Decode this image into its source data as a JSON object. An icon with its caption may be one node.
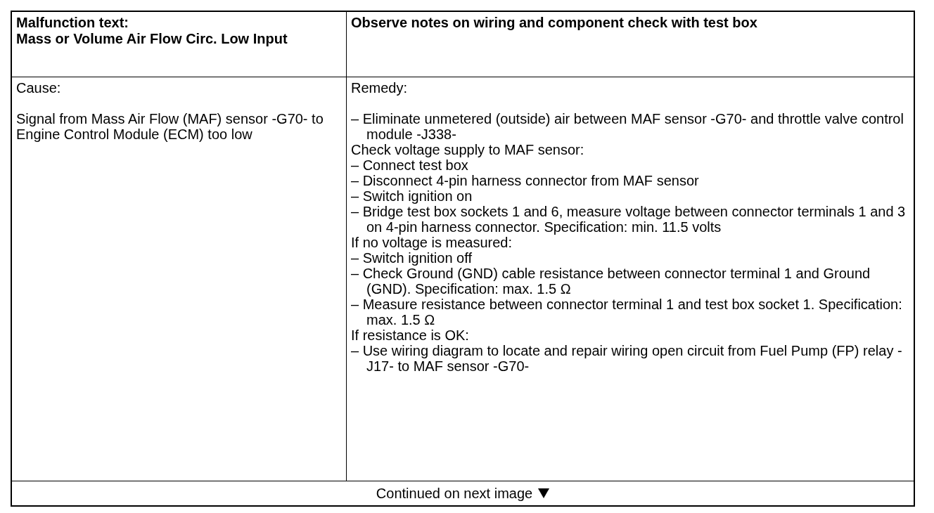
{
  "diagram": {
    "labels": [
      "Malfunction text:",
      "Mass or Volume Air Flow Circ. Low Input",
      "Observe notes on wiring and component check with test box",
      "Cause:",
      "Remedy:",
      "Signal from Mass Air Flow (MAF) sensor -G70- to Engine Control Module (ECM) too low",
      "– Eliminate unmetered (outside) air between MAF sensor -G70- and throttle valve control module -J338-",
      "Check voltage supply to MAF sensor:",
      "– Connect test box",
      "– Disconnect 4-pin harness connector from MAF sensor",
      "– Switch ignition on",
      "– Bridge test box sockets 1 and 6, measure voltage between connector terminals 1 and 3 on 4-pin harness connector. Specification: min. 11.5 volts",
      "If no voltage is measured:",
      "– Switch ignition off",
      "– Check Ground (GND) cable resistance between connector terminal 1 and Ground (GND). Specification: max. 1.5 Ω",
      "– Measure resistance between connector terminal 1 and test box socket 1. Specification: max. 1.5 Ω",
      "If resistance is OK:",
      "– Use wiring diagram to locate and repair wiring open circuit from Fuel Pump (FP) relay -J17- to MAF sensor -G70-",
      "Continued on next image"
    ]
  }
}
